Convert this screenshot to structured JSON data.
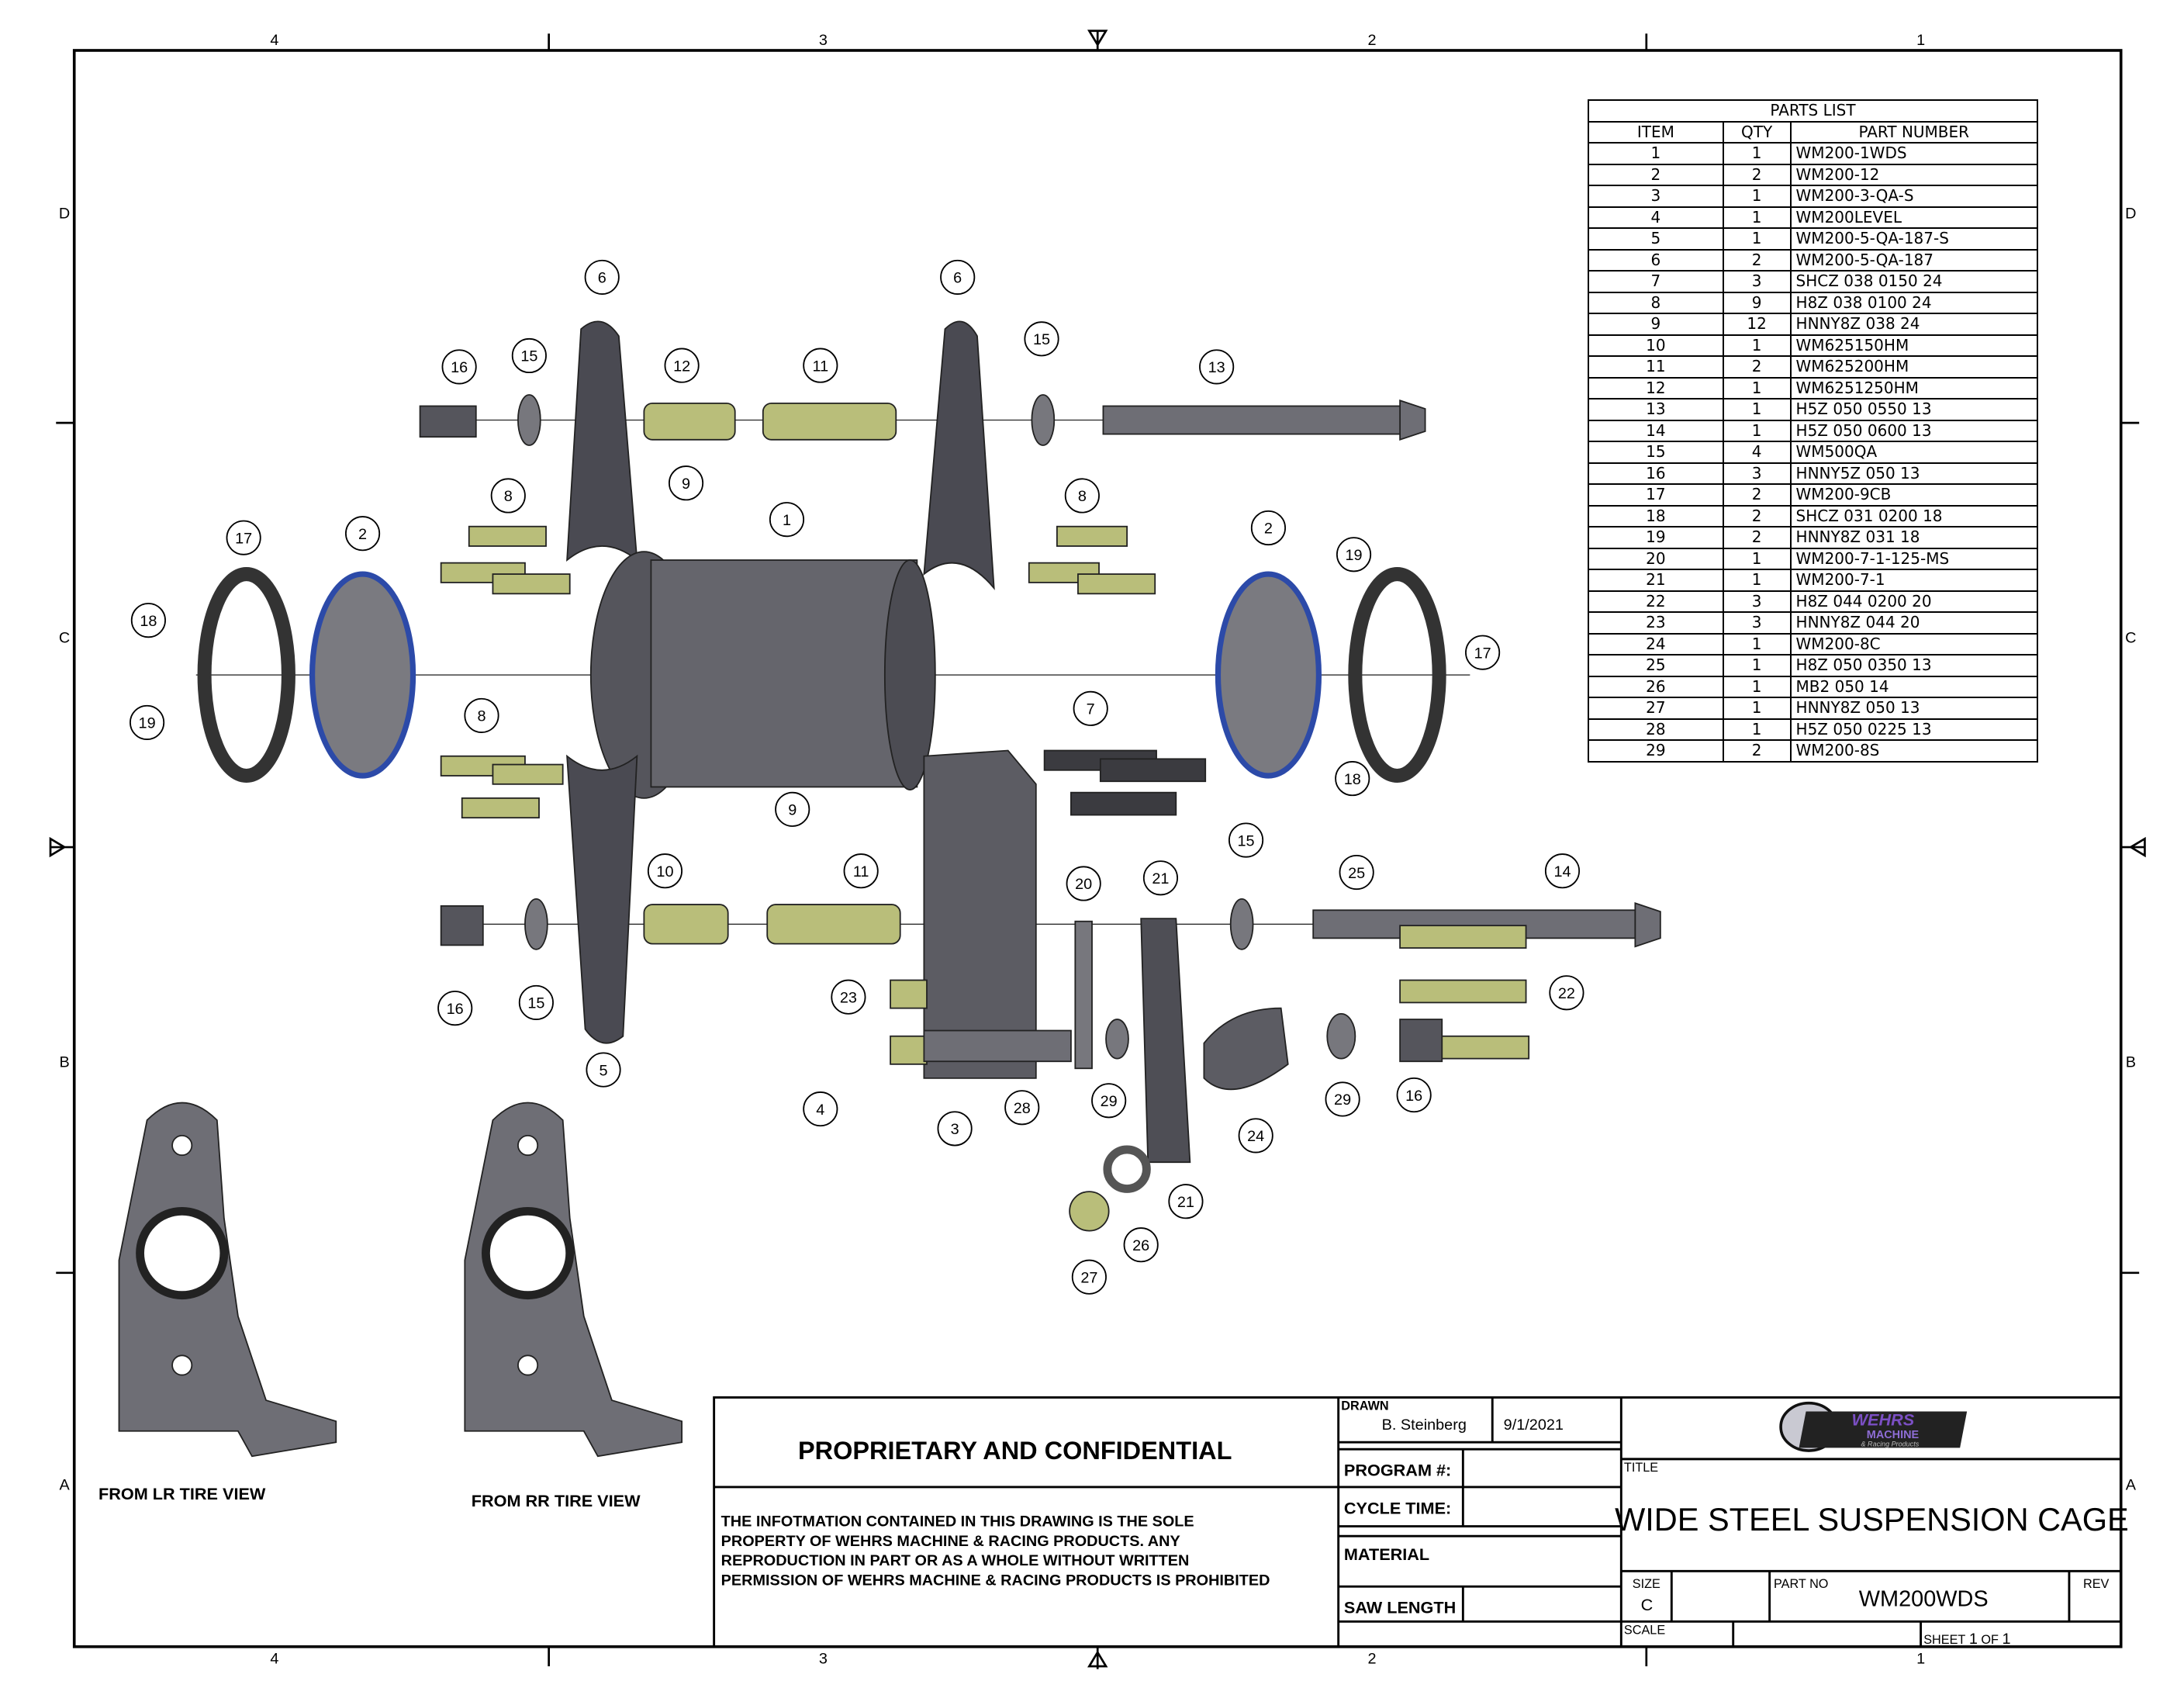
{
  "zones": {
    "columns": [
      "4",
      "3",
      "2",
      "1"
    ],
    "rows": [
      "D",
      "C",
      "B",
      "A"
    ]
  },
  "parts_list": {
    "title": "PARTS LIST",
    "headers": [
      "ITEM",
      "QTY",
      "PART NUMBER"
    ],
    "rows": [
      [
        "1",
        "1",
        "WM200-1WDS"
      ],
      [
        "2",
        "2",
        "WM200-12"
      ],
      [
        "3",
        "1",
        "WM200-3-QA-S"
      ],
      [
        "4",
        "1",
        "WM200LEVEL"
      ],
      [
        "5",
        "1",
        "WM200-5-QA-187-S"
      ],
      [
        "6",
        "2",
        "WM200-5-QA-187"
      ],
      [
        "7",
        "3",
        "SHCZ 038 0150 24"
      ],
      [
        "8",
        "9",
        "H8Z 038 0100 24"
      ],
      [
        "9",
        "12",
        "HNNY8Z 038 24"
      ],
      [
        "10",
        "1",
        "WM625150HM"
      ],
      [
        "11",
        "2",
        "WM625200HM"
      ],
      [
        "12",
        "1",
        "WM6251250HM"
      ],
      [
        "13",
        "1",
        "H5Z 050 0550 13"
      ],
      [
        "14",
        "1",
        "H5Z 050 0600 13"
      ],
      [
        "15",
        "4",
        "WM500QA"
      ],
      [
        "16",
        "3",
        "HNNY5Z 050 13"
      ],
      [
        "17",
        "2",
        "WM200-9CB"
      ],
      [
        "18",
        "2",
        "SHCZ 031 0200 18"
      ],
      [
        "19",
        "2",
        "HNNY8Z 031 18"
      ],
      [
        "20",
        "1",
        "WM200-7-1-125-MS"
      ],
      [
        "21",
        "1",
        "WM200-7-1"
      ],
      [
        "22",
        "3",
        "H8Z 044 0200 20"
      ],
      [
        "23",
        "3",
        "HNNY8Z 044 20"
      ],
      [
        "24",
        "1",
        "WM200-8C"
      ],
      [
        "25",
        "1",
        "H8Z 050 0350 13"
      ],
      [
        "26",
        "1",
        "MB2 050 14"
      ],
      [
        "27",
        "1",
        "HNNY8Z 050 13"
      ],
      [
        "28",
        "1",
        "H5Z 050 0225 13"
      ],
      [
        "29",
        "2",
        "WM200-8S"
      ]
    ]
  },
  "balloons": [
    "6",
    "6",
    "16",
    "15",
    "12",
    "11",
    "15",
    "13",
    "8",
    "9",
    "1",
    "8",
    "17",
    "2",
    "2",
    "19",
    "18",
    "19",
    "17",
    "8",
    "7",
    "18",
    "9",
    "15",
    "10",
    "11",
    "20",
    "21",
    "25",
    "14",
    "16",
    "15",
    "23",
    "22",
    "4",
    "3",
    "28",
    "29",
    "29",
    "16",
    "5",
    "24",
    "21",
    "26",
    "27"
  ],
  "views": {
    "left": "FROM LR TIRE VIEW",
    "right": "FROM RR TIRE VIEW"
  },
  "title_block": {
    "proprietary_heading": "PROPRIETARY AND CONFIDENTIAL",
    "proprietary_text": [
      "THE INFOTMATION CONTAINED IN THIS DRAWING IS THE SOLE",
      "PROPERTY OF WEHRS MACHINE & RACING PRODUCTS. ANY",
      "REPRODUCTION IN PART OR AS A WHOLE WITHOUT WRITTEN",
      "PERMISSION OF WEHRS MACHINE & RACING PRODUCTS IS PROHIBITED"
    ],
    "drawn_label": "DRAWN",
    "drawn_by": "B. Steinberg",
    "drawn_date": "9/1/2021",
    "program_label": "PROGRAM #:",
    "cycle_label": "CYCLE TIME:",
    "material_label": "MATERIAL",
    "saw_label": "SAW LENGTH",
    "logo_text": [
      "WEHRS",
      "MACHINE",
      "& Racing Products"
    ],
    "title_label": "TITLE",
    "title": "WIDE STEEL SUSPENSION CAGE",
    "size_label": "SIZE",
    "size": "C",
    "partno_label": "PART NO",
    "part_no": "WM200WDS",
    "rev_label": "REV",
    "scale_label": "SCALE",
    "sheet_label": "SHEET",
    "sheet": "1",
    "of_label": "OF",
    "sheets": "1"
  },
  "colors": {
    "steel": "#5f5f66",
    "bolt": "#b9be7a",
    "seal": "#2c4aa8"
  }
}
